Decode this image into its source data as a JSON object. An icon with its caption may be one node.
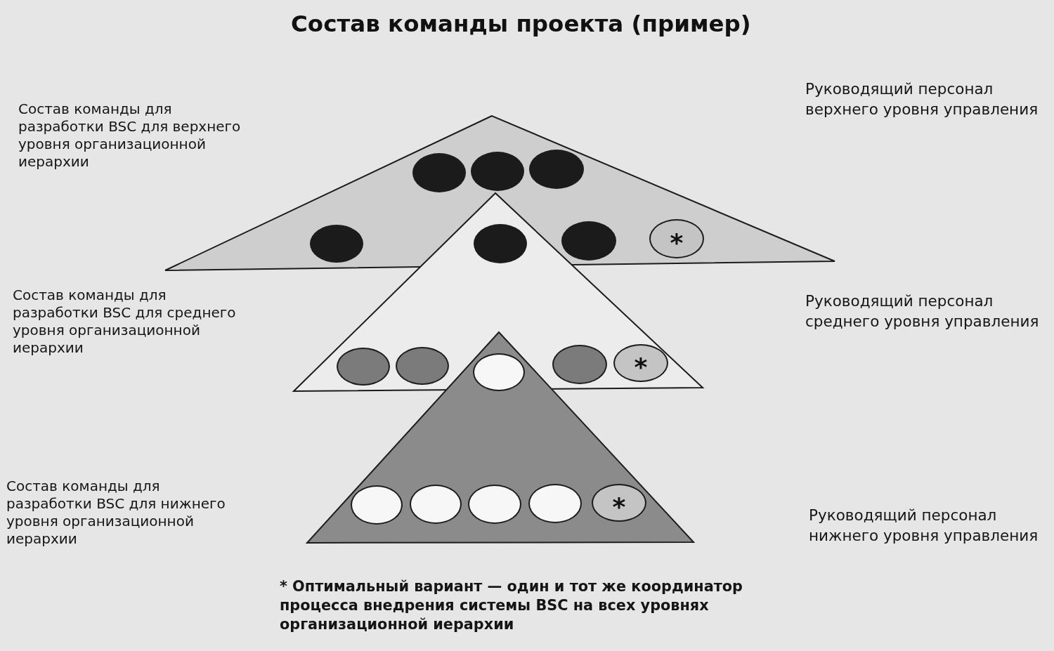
{
  "diagram": {
    "title": "Состав команды проекта (пример)",
    "nodes": [
      {
        "text": [],
        "shape": "triangle"
      },
      {
        "text": [],
        "shape": "ellipse",
        "in": 0
      },
      {
        "text": [],
        "shape": "ellipse",
        "in": 0
      },
      {
        "text": [],
        "shape": "ellipse",
        "in": 0
      },
      {
        "text": [],
        "shape": "ellipse",
        "in": 0
      },
      {
        "text": [],
        "shape": "ellipse"
      },
      {
        "text": [],
        "shape": "ellipse",
        "in": 0
      },
      {
        "text": [
          "*"
        ],
        "in": 0
      },
      {
        "text": [],
        "shape": "triangle"
      },
      {
        "text": [],
        "shape": "ellipse",
        "in": 8
      },
      {
        "text": [],
        "shape": "ellipse",
        "in": 8
      },
      {
        "text": [],
        "shape": "ellipse"
      },
      {
        "text": [],
        "shape": "ellipse",
        "in": 8
      },
      {
        "text": [
          "*"
        ],
        "in": 8
      },
      {
        "text": [],
        "shape": "triangle"
      },
      {
        "text": [],
        "shape": "ellipse",
        "in": 14
      },
      {
        "text": [],
        "shape": "ellipse",
        "in": 14
      },
      {
        "text": [],
        "shape": "ellipse",
        "in": 14
      },
      {
        "text": [],
        "shape": "ellipse",
        "in": 14
      },
      {
        "text": [
          "*"
        ],
        "in": 14
      }
    ],
    "labels": [
      "Состав команды для разработки BSC для верхнего уровня организационной иерархии",
      "Руководящий персонал верхнего уровня управления",
      "Состав команды для разработки BSC для среднего уровня организационной иерархии",
      "Руководящий персонал среднего уровня управления",
      "Состав команды для разработки BSC для нижнего уровня организационной иерархии",
      "Руководящий персонал нижнего уровня управления",
      "* Оптимальный вариант — один и тот же координатор процесса внедрения системы BSC на всех уровнях организационной иерархии"
    ]
  }
}
